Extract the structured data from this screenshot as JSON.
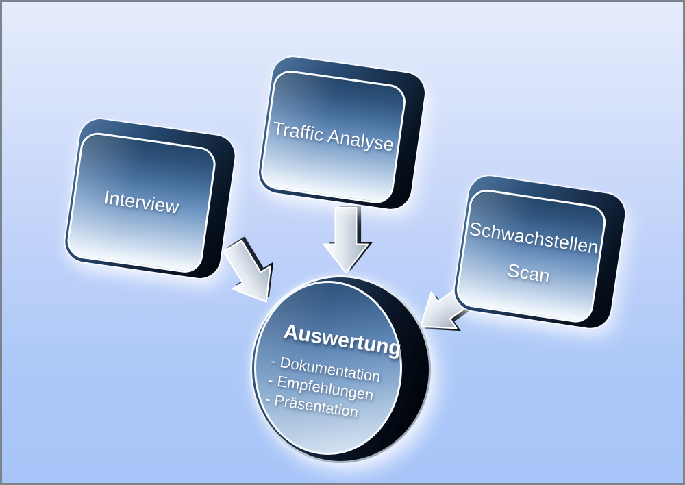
{
  "diagram": {
    "type": "converging-radial",
    "background": {
      "gradient_top": "#e5ecfc",
      "gradient_bottom": "#a7c4f8",
      "frame_border": "#7b848c"
    },
    "style_colors": {
      "box_face_top": "#24466b",
      "box_face_bottom": "#f6fafd",
      "box_frame_dark": "#02060c",
      "highlight_ring": "#fafcfe",
      "arrow_silver_light": "#ffffff",
      "arrow_silver_dark": "#8e9aa9",
      "text": "#ffffff"
    },
    "nodes": [
      {
        "id": "interview",
        "label": "Interview"
      },
      {
        "id": "traffic-analyse",
        "label": "Traffic Analyse"
      },
      {
        "id": "schwachstellen-scan",
        "label": "Schwachstellen Scan"
      }
    ],
    "hub": {
      "title": "Auswertung",
      "items": [
        "- Dokumentation",
        "- Empfehlungen",
        "- Präsentation"
      ]
    },
    "connections": [
      {
        "from": "interview",
        "to": "auswertung",
        "icon": "arrow-down-right-icon"
      },
      {
        "from": "traffic-analyse",
        "to": "auswertung",
        "icon": "arrow-down-icon"
      },
      {
        "from": "schwachstellen-scan",
        "to": "auswertung",
        "icon": "arrow-down-left-icon"
      }
    ]
  }
}
